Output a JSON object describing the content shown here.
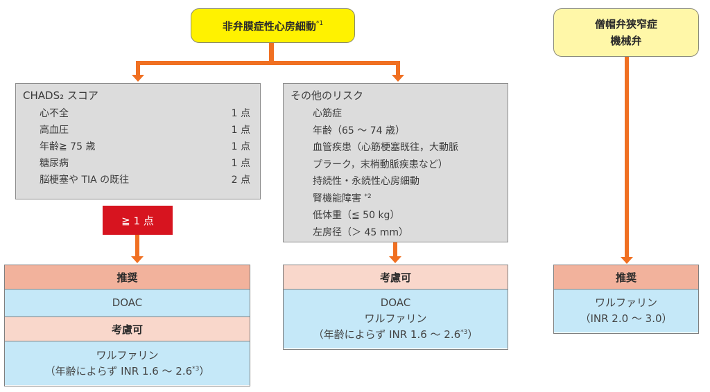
{
  "top_nodes": {
    "nvaf": {
      "label": "非弁膜症性心房細動",
      "footnote": "*1"
    },
    "valve": {
      "line1": "僧帽弁狭窄症",
      "line2": "機械弁"
    }
  },
  "chads2": {
    "title": "CHADS₂ スコア",
    "items": [
      {
        "label": "心不全",
        "points": "1 点"
      },
      {
        "label": "高血圧",
        "points": "1 点"
      },
      {
        "label": "年齢≧ 75 歳",
        "points": "1 点"
      },
      {
        "label": "糖尿病",
        "points": "1 点"
      },
      {
        "label": "脳梗塞や TIA の既往",
        "points": "2 点"
      }
    ]
  },
  "other_risks": {
    "title": "その他のリスク",
    "items": [
      {
        "label": "心筋症"
      },
      {
        "label": "年齢（65 ～ 74 歳）"
      },
      {
        "label": "血管疾患（心筋梗塞既往，大動脈"
      },
      {
        "label": "プラーク，末梢動脈疾患など）"
      },
      {
        "label": "持続性・永続性心房細動"
      },
      {
        "label": "腎機能障害 ",
        "footnote": "*2"
      },
      {
        "label": "低体重（≦ 50 kg）"
      },
      {
        "label": "左房径（＞ 45 mm）"
      }
    ]
  },
  "threshold_badge": {
    "label": "≧ 1 点"
  },
  "results": {
    "left": {
      "recommended_label": "推奨",
      "recommended_drug": "DOAC",
      "consider_label": "考慮可",
      "consider_drug": "ワルファリン",
      "consider_note": "（年齢によらず INR 1.6 ～ 2.6",
      "consider_note_footnote": "*3",
      "consider_note_close": "）"
    },
    "middle": {
      "consider_label": "考慮可",
      "drug1": "DOAC",
      "drug2": "ワルファリン",
      "note": "（年齢によらず INR 1.6 ～ 2.6",
      "note_footnote": "*3",
      "note_close": "）"
    },
    "right": {
      "recommended_label": "推奨",
      "drug": "ワルファリン",
      "note": "（INR 2.0 ～ 3.0）"
    }
  },
  "colors": {
    "arrow": "#f07022",
    "nvaf_box": "#fff200",
    "valve_box": "#fff7a8",
    "badge": "#d7141f",
    "recommended_header": "#f2b29c",
    "consider_header": "#f9d7cb",
    "drug_body": "#c5e8f8",
    "risk_box": "#dcdcdc"
  }
}
